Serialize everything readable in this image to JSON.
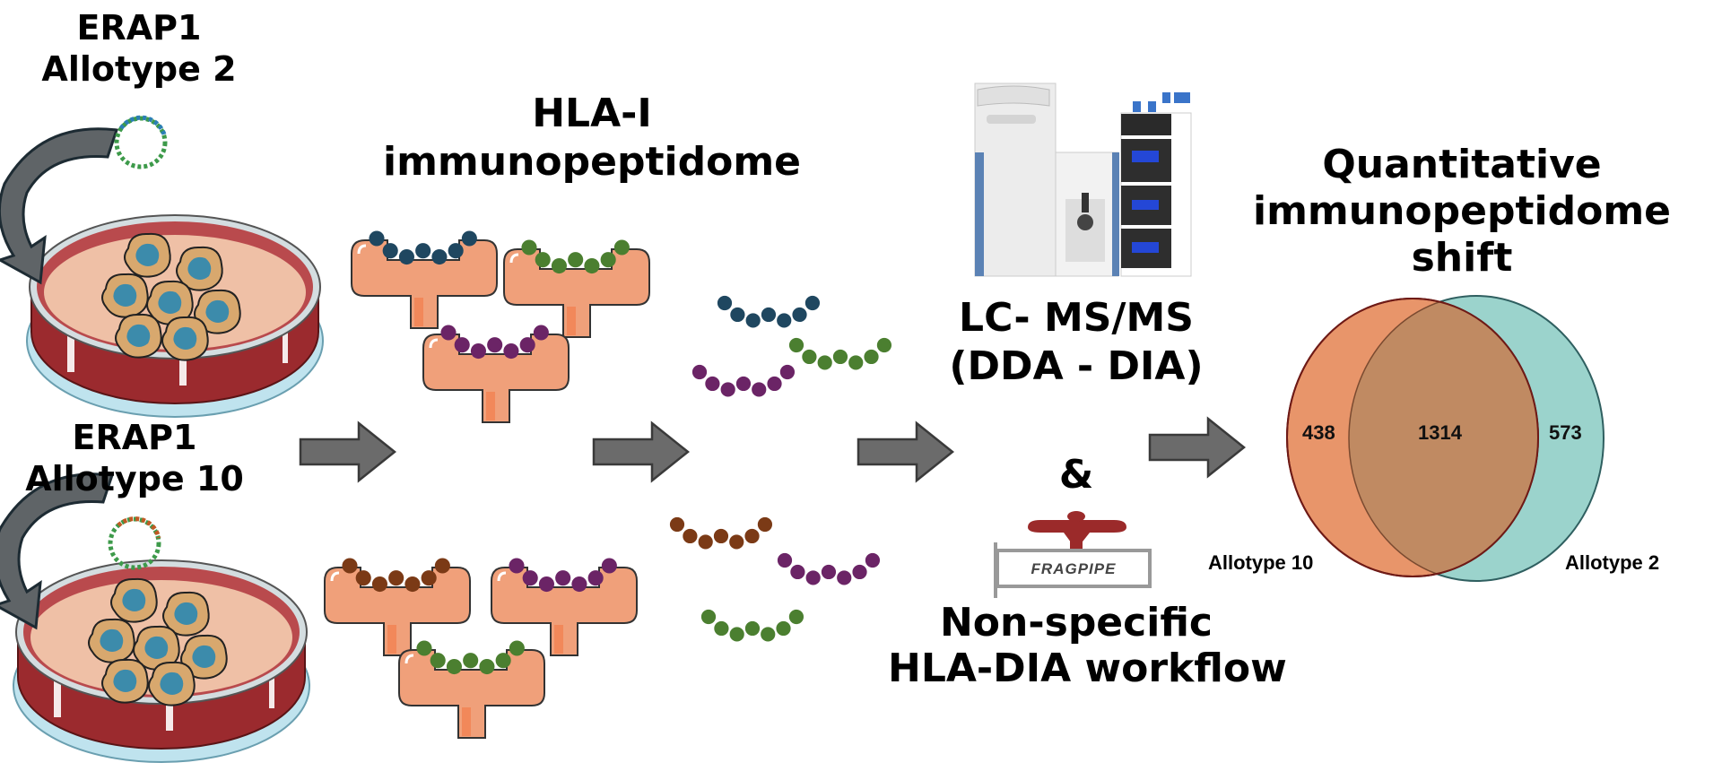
{
  "left": {
    "top_label": [
      "ERAP1",
      "Allotype 2"
    ],
    "bottom_label": [
      "ERAP1",
      "Allotype 10"
    ]
  },
  "hla": {
    "title": [
      "HLA-I",
      "immunopeptidome"
    ]
  },
  "ms": {
    "label": [
      "LC- MS/MS",
      "(DDA - DIA)"
    ],
    "ampersand": "&",
    "logo_text": "FRAGPIPE",
    "workflow_label": [
      "Non-specific",
      "HLA-DIA workflow"
    ]
  },
  "venn": {
    "title": [
      "Quantitative",
      "immunopeptidome",
      "shift"
    ],
    "left_only": "438",
    "overlap": "1314",
    "right_only": "573",
    "left_set": "Allotype 10",
    "right_set": "Allotype 2",
    "colors": {
      "left": "#E8956A",
      "right": "#9BD3CC",
      "overlap": "#C08A62"
    }
  },
  "peptide_colors": {
    "blue": "#1F4760",
    "green": "#4B7F30",
    "purple": "#6B2466",
    "brown": "#7B3A16"
  }
}
